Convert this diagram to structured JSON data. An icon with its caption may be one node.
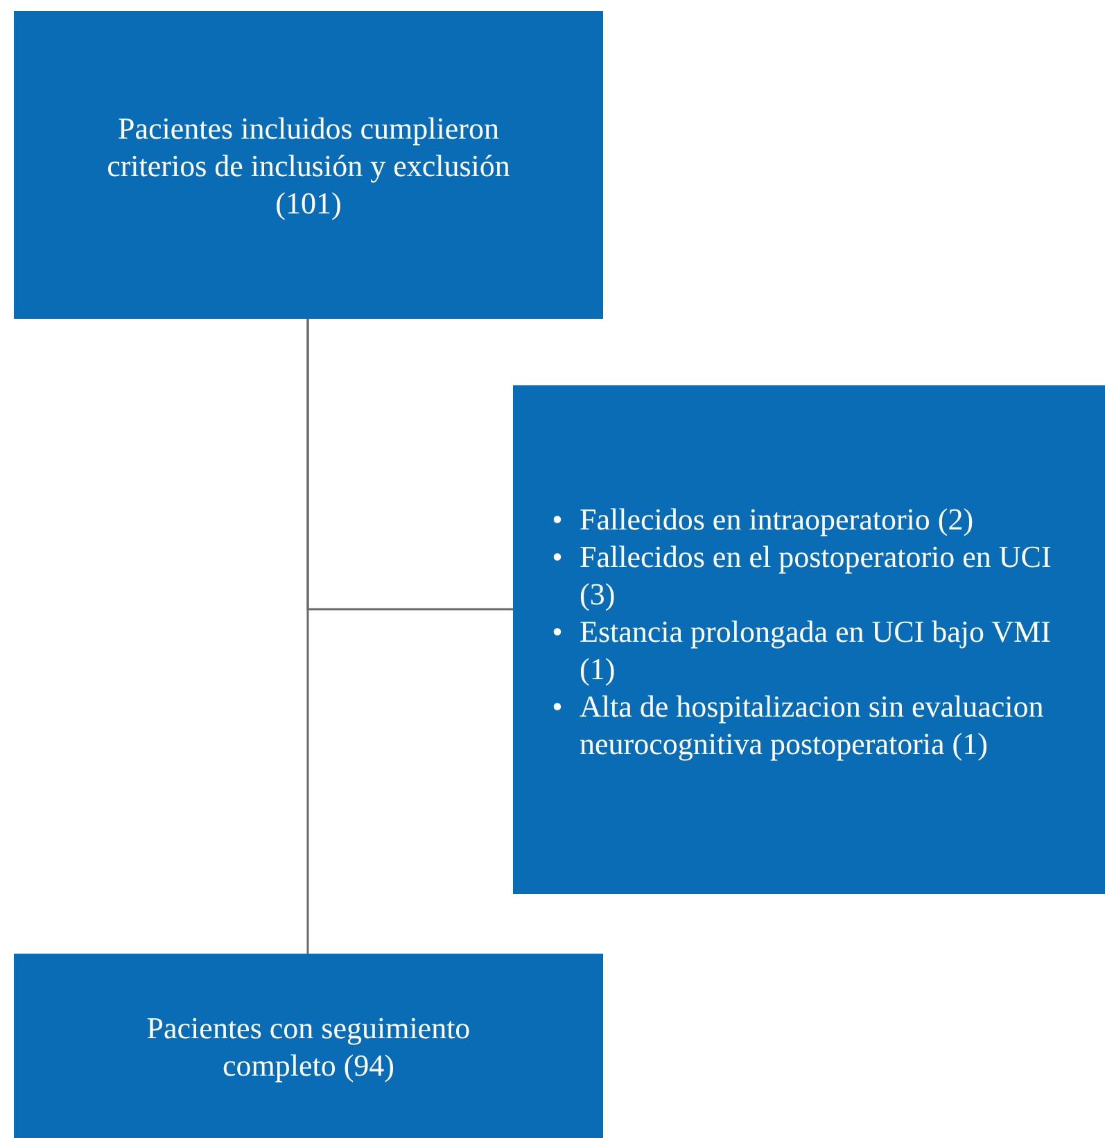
{
  "diagram": {
    "nodes": [
      {
        "text": [
          "Pacientes incluidos cumplieron criterios de inclusión y exclusión (101)"
        ]
      },
      {
        "text": [
          "Fallecidos en intraoperatorio (2)",
          "Fallecidos en el postoperatorio en UCI (3)",
          "Estancia prolongada en UCI bajo VMI (1)",
          "Alta de hospitalizacion sin evaluacion neurocognitiva postoperatoria (1)"
        ]
      },
      {
        "text": [
          "Pacientes con seguimiento completo (94)"
        ]
      }
    ],
    "labels": [
      "•",
      "•",
      "•",
      "•"
    ],
    "edges": [
      {
        "from": 0,
        "to": 2,
        "arrow": "none"
      },
      {
        "from": 0,
        "to": 1,
        "arrow": "none"
      }
    ]
  }
}
